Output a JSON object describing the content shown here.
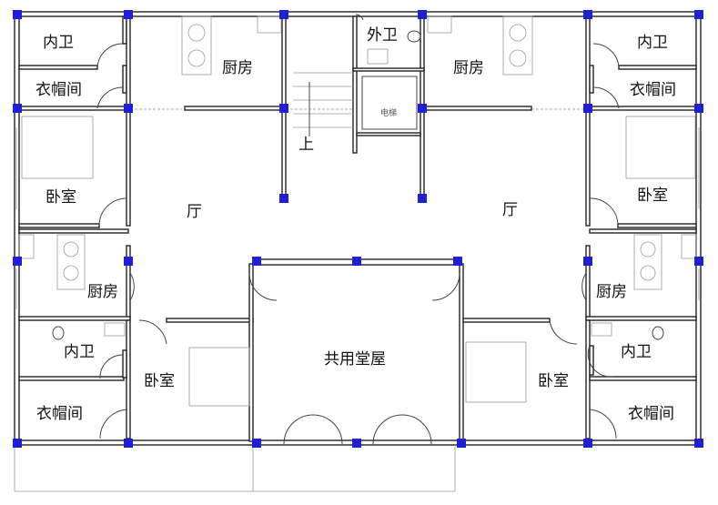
{
  "rooms": {
    "bath_tl": "内卫",
    "closet_tl": "衣帽间",
    "kitchen_tl": "厨房",
    "outer_bath": "外卫",
    "kitchen_tr": "厨房",
    "bath_tr": "内卫",
    "closet_tr": "衣帽间",
    "bed_l": "卧室",
    "hall_l": "厅",
    "up": "上",
    "elevator": "电梯",
    "hall_r": "厅",
    "bed_r": "卧室",
    "kitchen_ml": "厨房",
    "kitchen_mr": "厨房",
    "bath_bl": "内卫",
    "bath_br": "内卫",
    "bed_bl": "卧室",
    "shared_hall": "共用堂屋",
    "bed_br": "卧室",
    "closet_bl": "衣帽间",
    "closet_br": "衣帽间"
  },
  "colors": {
    "column": "#1f1fd6",
    "wall": "#222222"
  }
}
